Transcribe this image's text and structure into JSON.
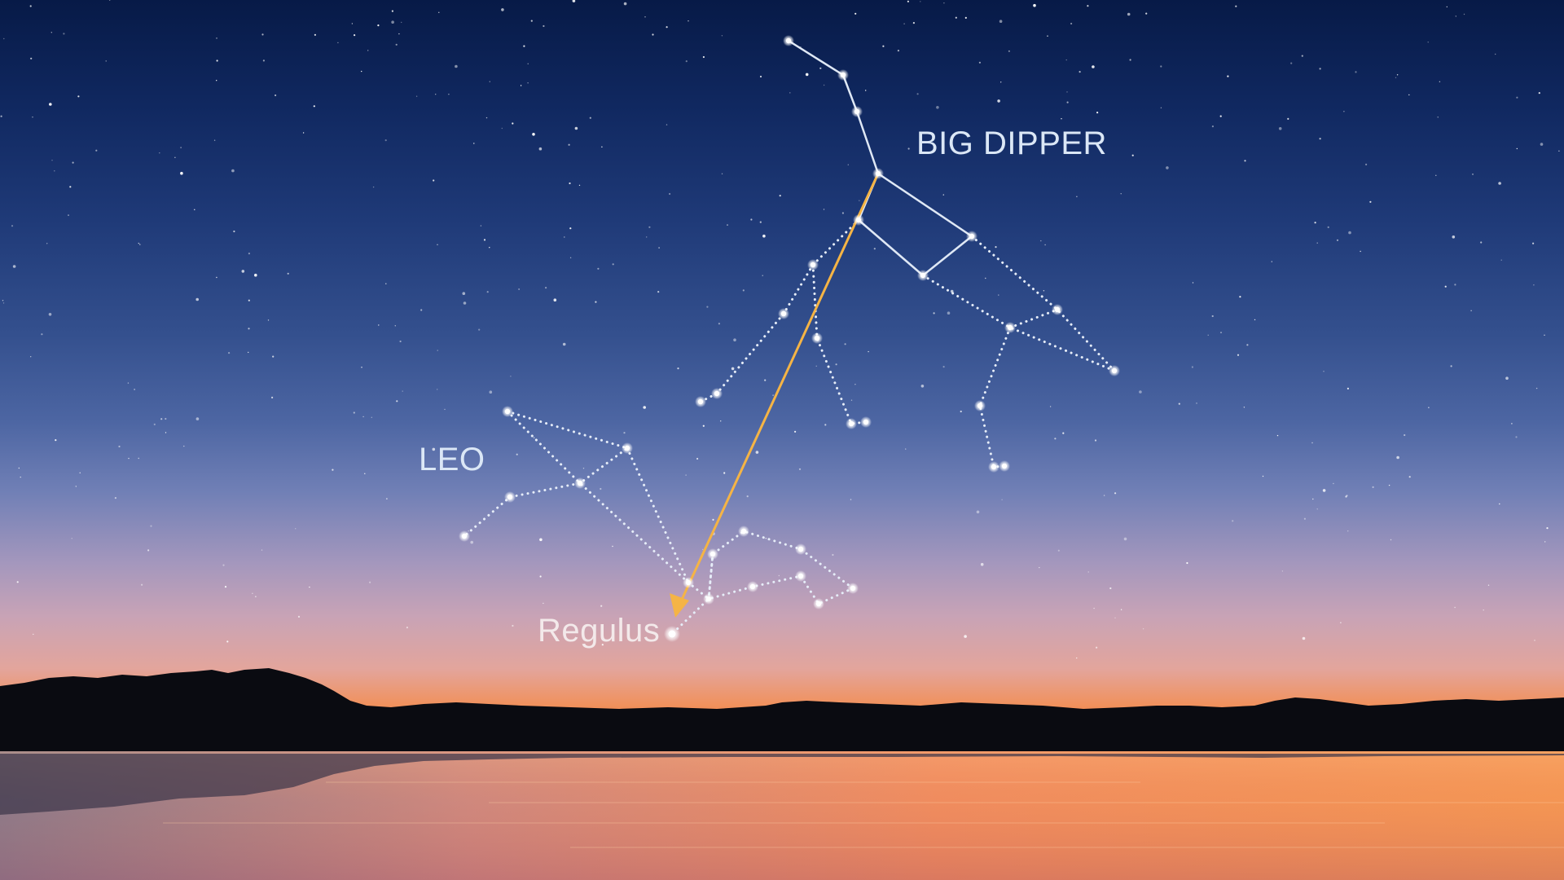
{
  "labels": {
    "big_dipper": "BIG DIPPER",
    "leo": "LEO",
    "regulus": "Regulus"
  },
  "colors": {
    "constellation_line": "#e8eef7",
    "pointer_arrow": "#f5b445",
    "sky_top": "#071a47",
    "horizon_glow": "#f57b38",
    "treeline": "#0b0c12"
  }
}
